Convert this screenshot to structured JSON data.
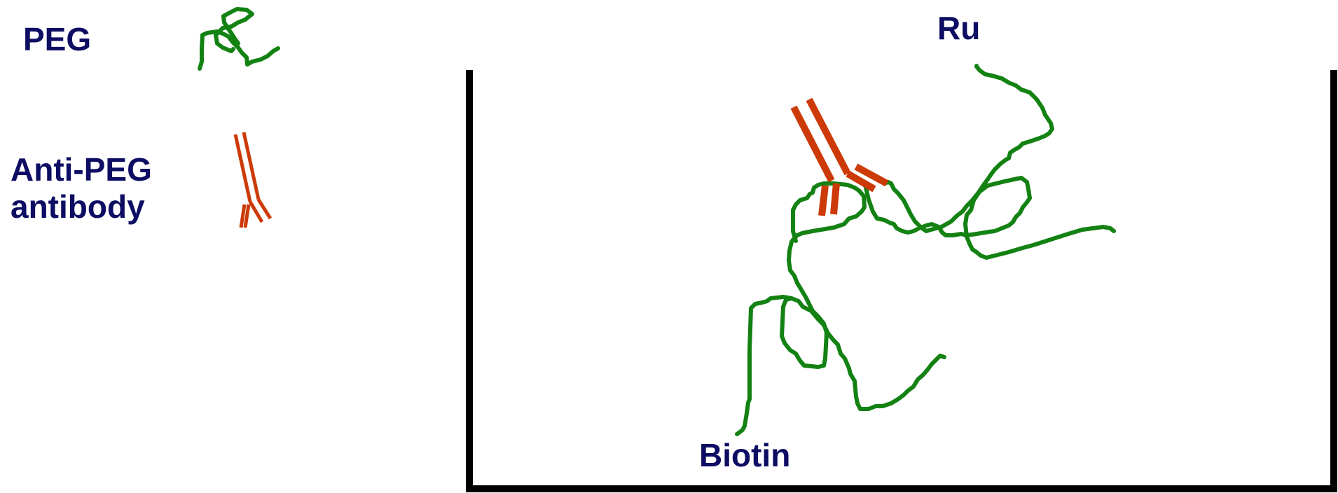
{
  "legend": {
    "peg_label": "PEG",
    "antibody_label_line1": "Anti-PEG",
    "antibody_label_line2": "antibody"
  },
  "diagram": {
    "top_label": "Ru",
    "bottom_label": "Biotin"
  },
  "colors": {
    "text": "#0d0d63",
    "peg": "#138213",
    "antibody": "#cc3a08",
    "well": "#000000"
  }
}
